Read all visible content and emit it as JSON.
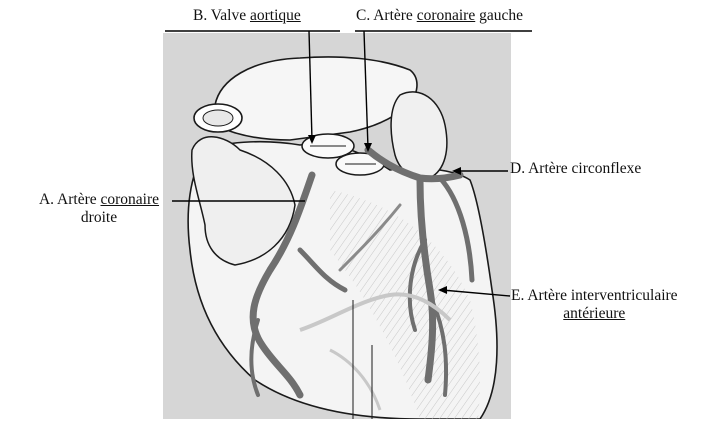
{
  "figure": {
    "labels": {
      "A": {
        "line1_prefix": "A. Artère ",
        "line1_underlined": "coronaire",
        "line2": "droite"
      },
      "B": {
        "prefix": "B. Valve ",
        "underlined": "aortique"
      },
      "C": {
        "prefix": "C. Artère ",
        "underlined": "coronaire",
        "suffix": " gauche"
      },
      "D": {
        "text": "D. Artère circonflexe"
      },
      "E": {
        "line1": "E. Artère interventriculaire",
        "line2_underlined": "antérieure"
      }
    },
    "colors": {
      "artery": "#6f6f6f",
      "outline": "#1a1a1a",
      "background_panel": "#d6d6d6",
      "leader": "#000000"
    }
  }
}
